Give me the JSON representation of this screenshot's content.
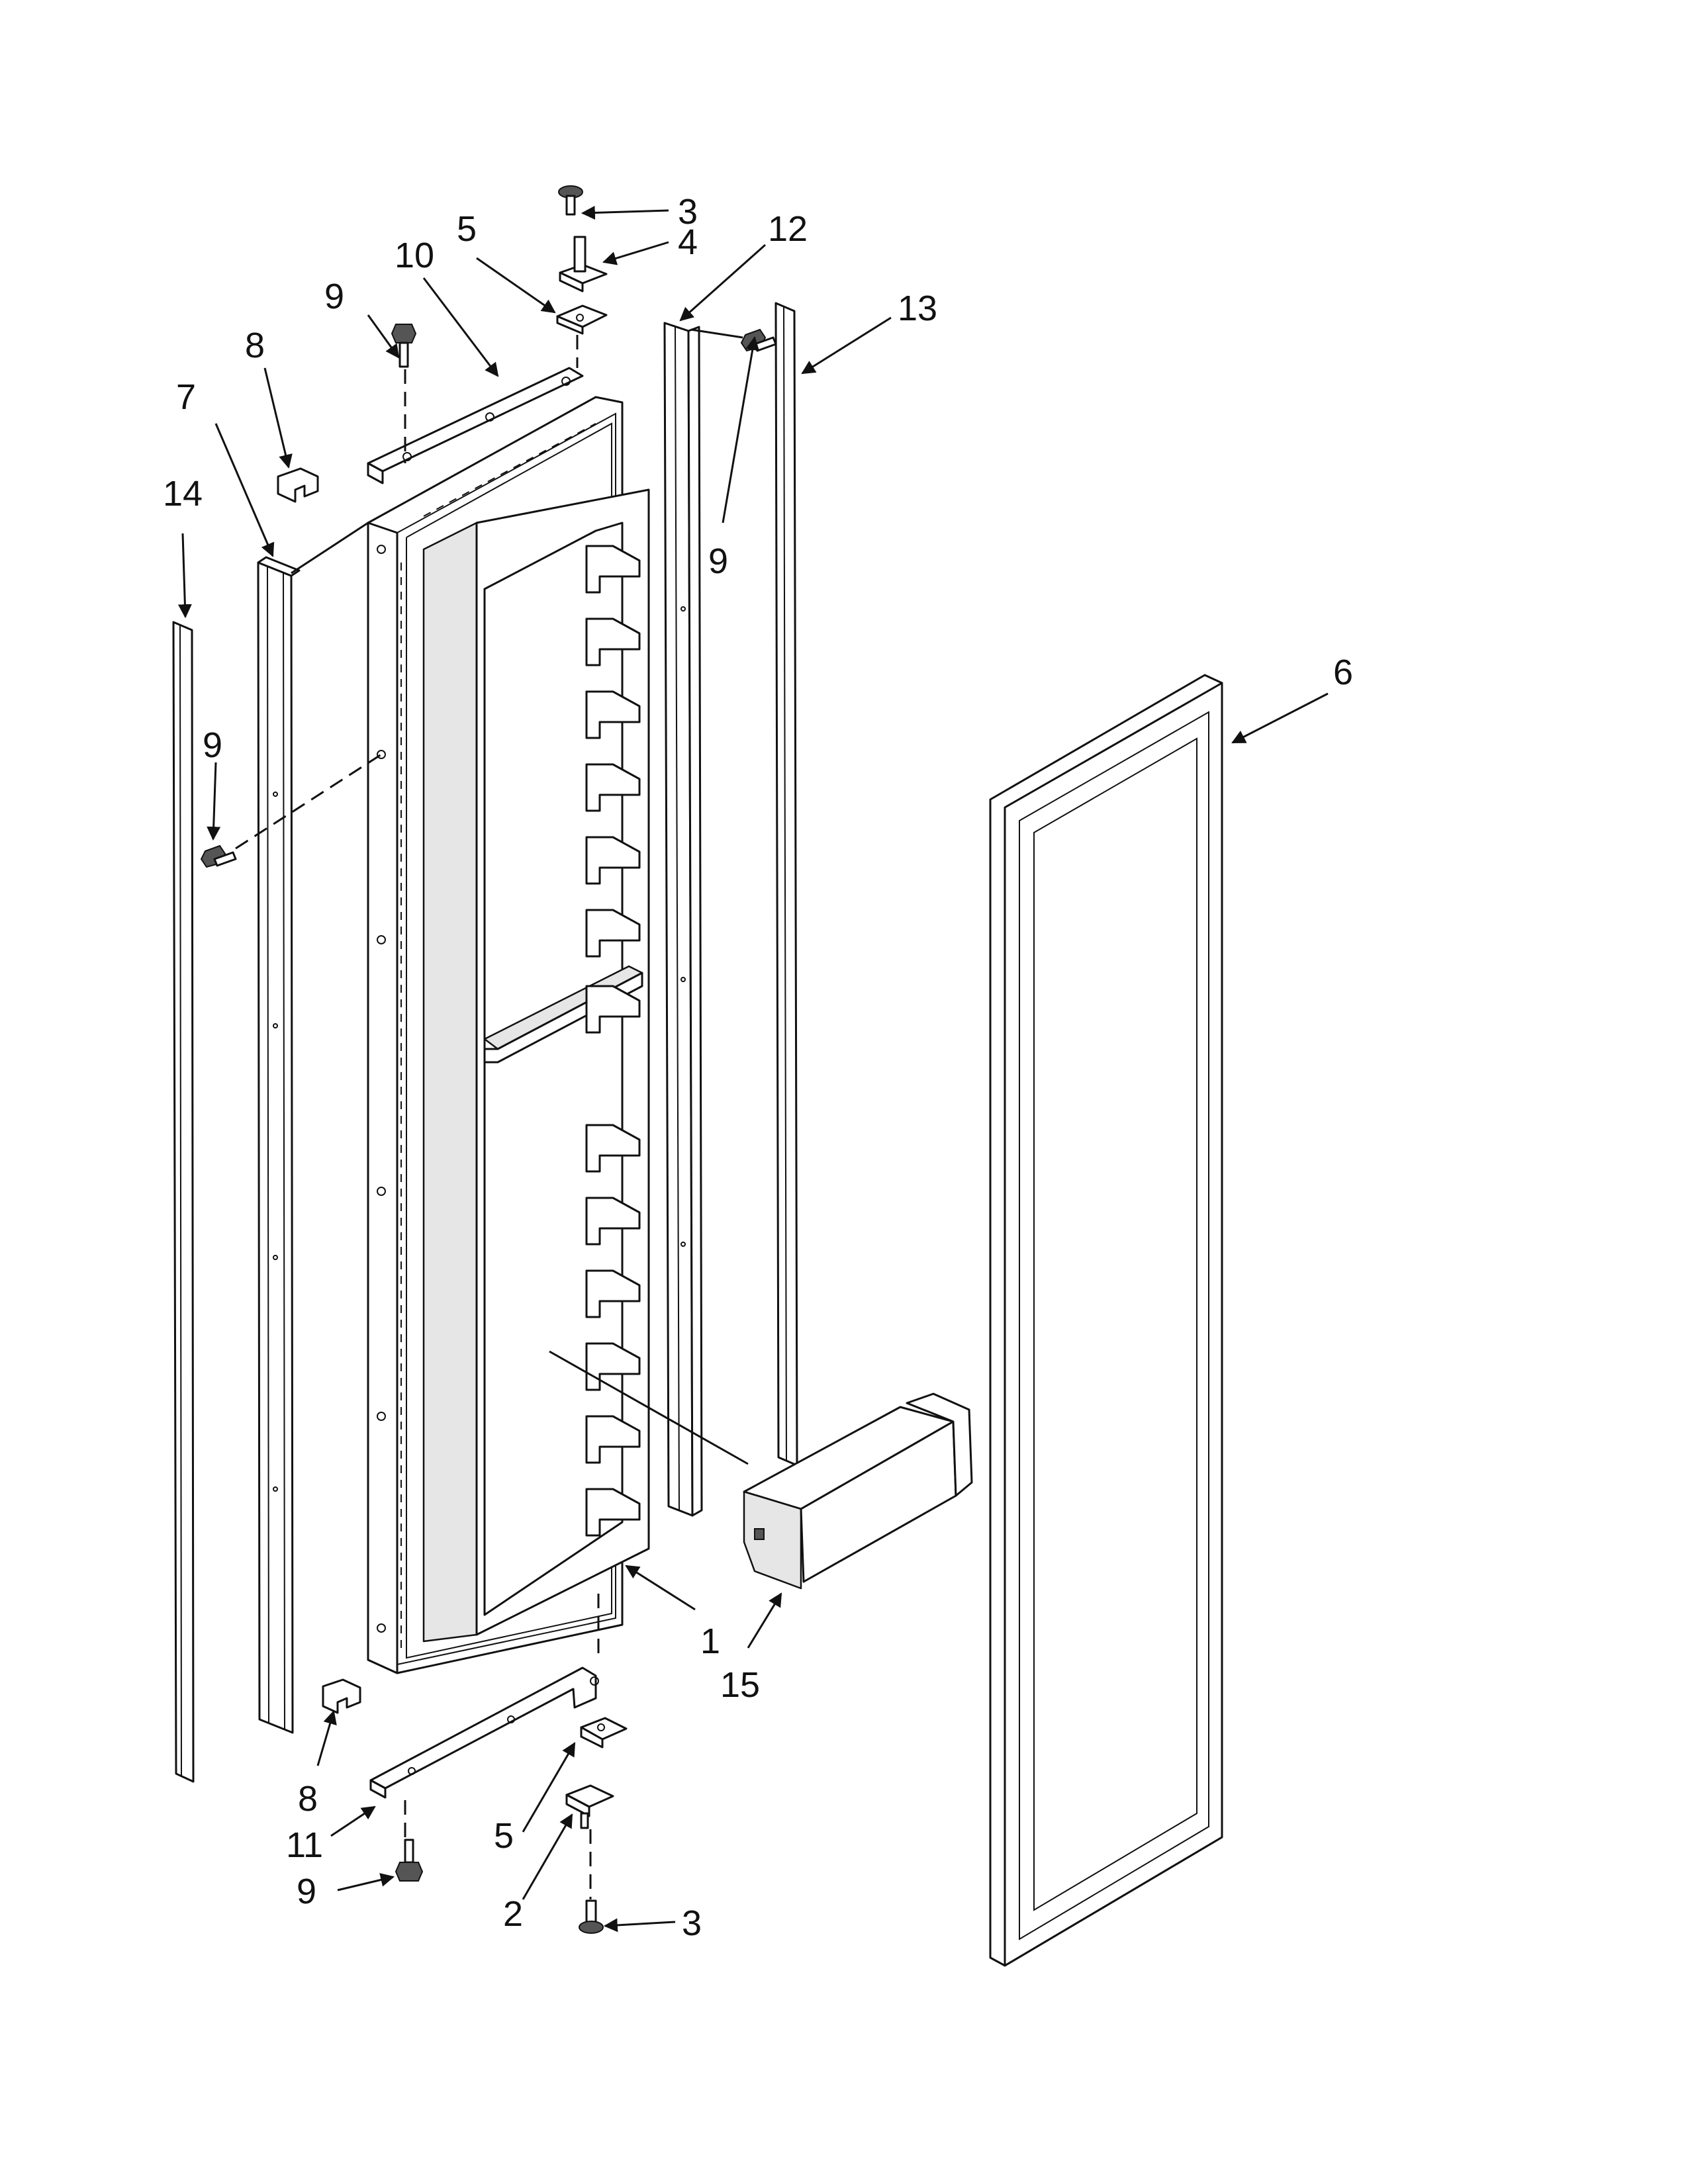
{
  "callouts": [
    {
      "id": "c3-top",
      "label": "3"
    },
    {
      "id": "c4",
      "label": "4"
    },
    {
      "id": "c5-top",
      "label": "5"
    },
    {
      "id": "c10",
      "label": "10"
    },
    {
      "id": "c12",
      "label": "12"
    },
    {
      "id": "c13",
      "label": "13"
    },
    {
      "id": "c9-top",
      "label": "9"
    },
    {
      "id": "c8-top",
      "label": "8"
    },
    {
      "id": "c7",
      "label": "7"
    },
    {
      "id": "c14",
      "label": "14"
    },
    {
      "id": "c9-right",
      "label": "9"
    },
    {
      "id": "c6",
      "label": "6"
    },
    {
      "id": "c9-left",
      "label": "9"
    },
    {
      "id": "c1",
      "label": "1"
    },
    {
      "id": "c15",
      "label": "15"
    },
    {
      "id": "c8-bottom",
      "label": "8"
    },
    {
      "id": "c11",
      "label": "11"
    },
    {
      "id": "c5-bottom",
      "label": "5"
    },
    {
      "id": "c9-bottom",
      "label": "9"
    },
    {
      "id": "c2",
      "label": "2"
    },
    {
      "id": "c3-bottom",
      "label": "3"
    }
  ]
}
